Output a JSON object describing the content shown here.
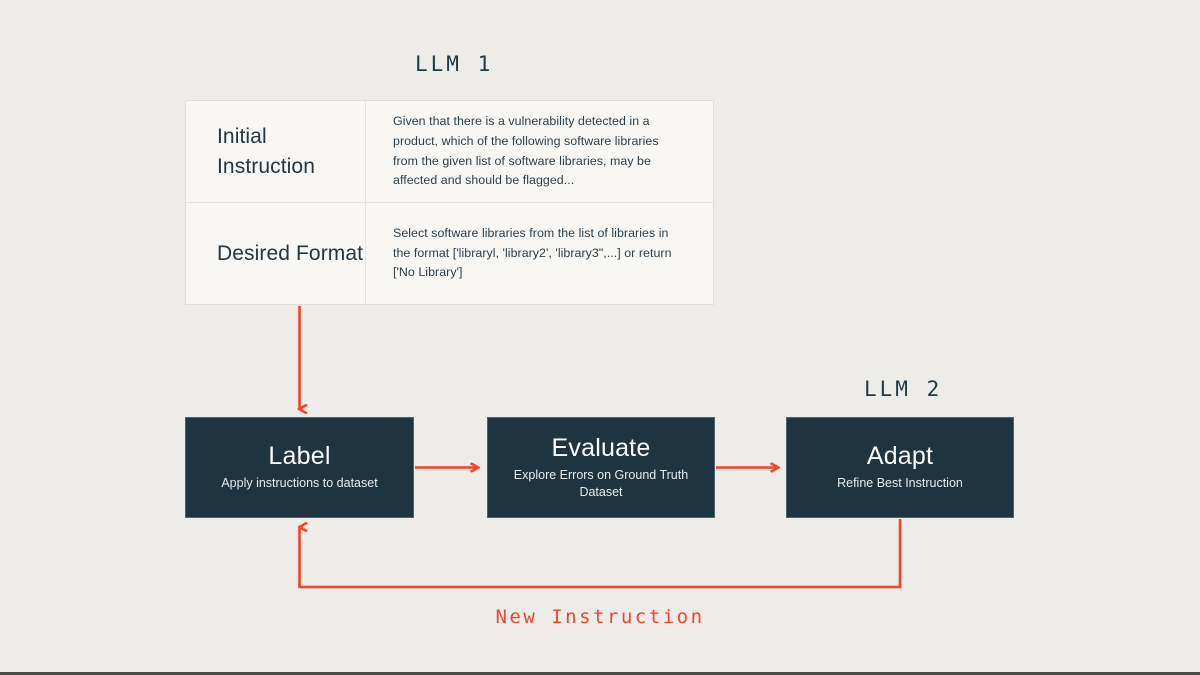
{
  "theme": {
    "background": "#edece8",
    "panel_background": "#f8f7f4",
    "box_fill": "#1e3541",
    "accent": "#f4452a",
    "text_dark": "#223745"
  },
  "diagram": {
    "type": "flow-diagram",
    "llm1": {
      "title": "LLM 1",
      "table": {
        "rows": [
          {
            "label": "Initial Instruction",
            "value": "Given that there is a vulnerability detected in a product, which of the following software libraries from the given list of software libraries, may be affected and should be flagged..."
          },
          {
            "label": "Desired Format",
            "value": "Select software libraries from the list of libraries in the format ['libraryl, 'library2', 'library3\",...] or return ['No Library']"
          }
        ]
      }
    },
    "llm2": {
      "title": "LLM 2"
    },
    "stages": [
      {
        "id": "label",
        "title": "Label",
        "subtitle": "Apply instructions to dataset"
      },
      {
        "id": "evaluate",
        "title": "Evaluate",
        "subtitle": "Explore Errors on Ground Truth Dataset"
      },
      {
        "id": "adapt",
        "title": "Adapt",
        "subtitle": "Refine Best Instruction"
      }
    ],
    "connectors": {
      "table_to_label": "arrow-down",
      "label_to_evaluate": "arrow-right",
      "evaluate_to_adapt": "arrow-right",
      "adapt_to_label": "feedback-loop"
    },
    "loop_caption": "New Instruction"
  }
}
